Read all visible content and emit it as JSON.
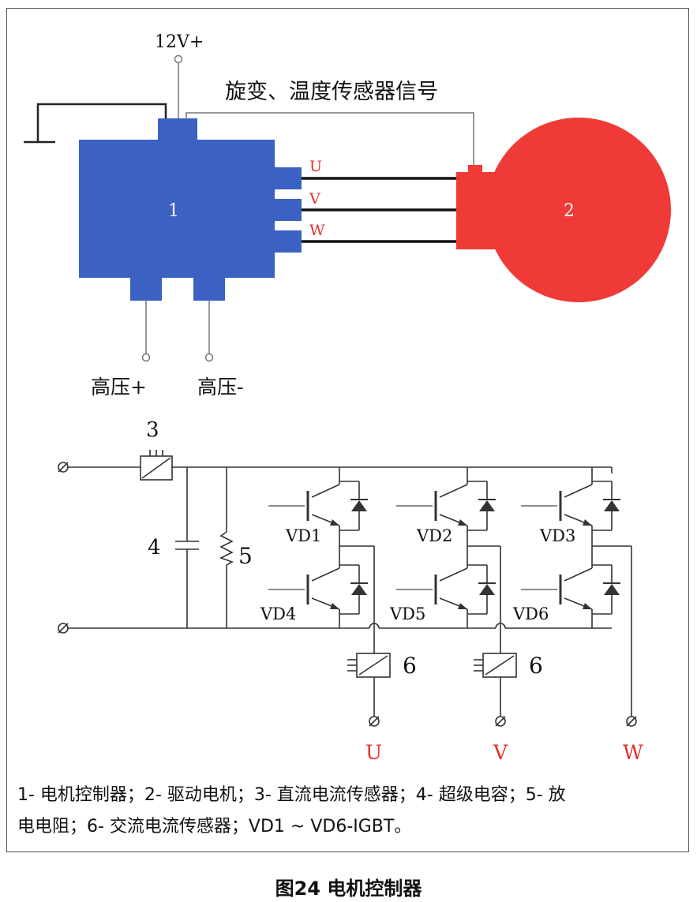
{
  "labels": {
    "v12": "12V+",
    "sensor_signal": "旋变、温度传感器信号",
    "controller": "1",
    "motor": "2",
    "phase_u": "U",
    "phase_v": "V",
    "phase_w": "W",
    "hv_plus": "高压+",
    "hv_minus": "高压-",
    "dc_sensor": "3",
    "capacitor": "4",
    "resistor": "5",
    "ac_sensor_1": "6",
    "ac_sensor_2": "6",
    "vd1": "VD1",
    "vd2": "VD2",
    "vd3": "VD3",
    "vd4": "VD4",
    "vd5": "VD5",
    "vd6": "VD6",
    "out_u": "U",
    "out_v": "V",
    "out_w": "W"
  },
  "legend": {
    "line1": "1- 电机控制器；2- 驱动电机；3- 直流电流传感器；4- 超级电容；5- 放",
    "line2": "电电阻；6- 交流电流传感器；VD1 ~ VD6-IGBT。"
  },
  "caption": "图24 电机控制器",
  "colors": {
    "controller": "#3b62c2",
    "motor": "#ef3a37",
    "phase_label": "#e0302a"
  }
}
